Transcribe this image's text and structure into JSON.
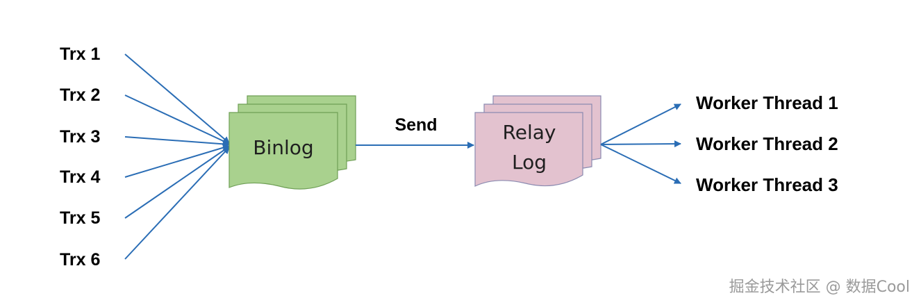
{
  "transactions": [
    "Trx 1",
    "Trx 2",
    "Trx 3",
    "Trx 4",
    "Trx 5",
    "Trx 6"
  ],
  "binlog": {
    "label": "Binlog"
  },
  "send_label": "Send",
  "relay_log": {
    "label_line1": "Relay",
    "label_line2": "Log"
  },
  "workers": [
    "Worker Thread 1",
    "Worker Thread 2",
    "Worker Thread 3"
  ],
  "watermark": "掘金技术社区 @ 数据Cool",
  "colors": {
    "arrow": "#2a6db5",
    "binlog_fill": "#a9d18e",
    "binlog_stroke": "#6f9f56",
    "relay_fill": "#e3c2cf",
    "relay_stroke": "#8a8ab0"
  }
}
